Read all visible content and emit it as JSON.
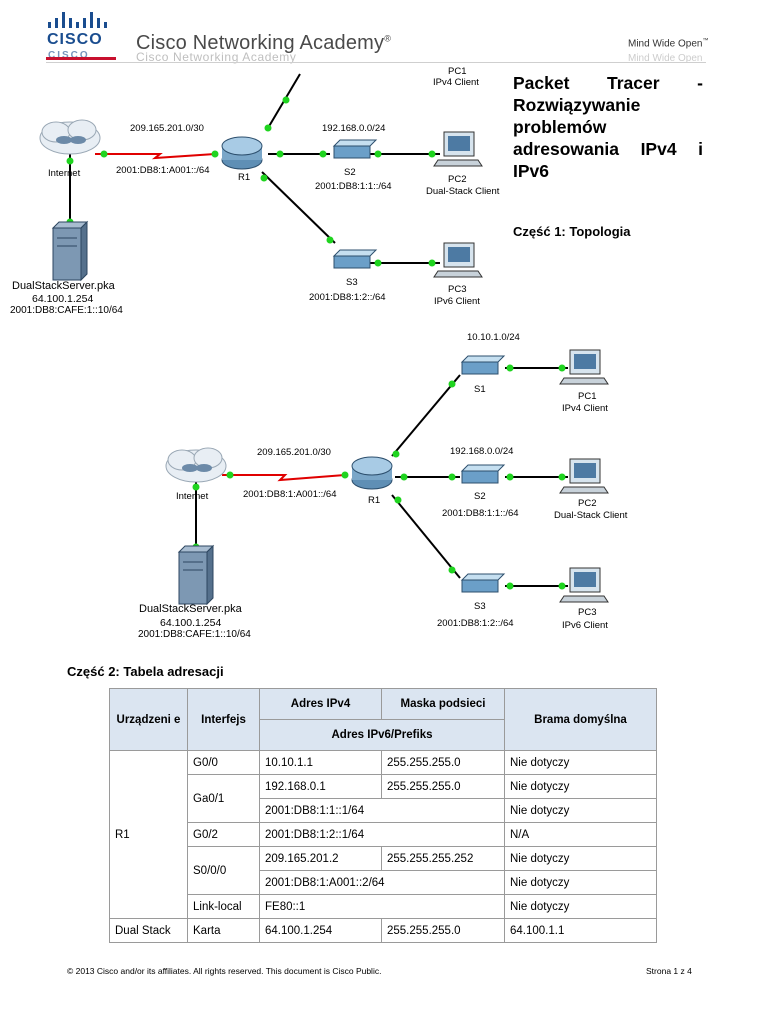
{
  "header": {
    "logo_text": "CISCO",
    "academy": "Cisco Networking Academy",
    "academy_mark": "®",
    "tagline": "Mind Wide Open",
    "tagline_mark": "™"
  },
  "title": {
    "line1": "Packet Tracer -",
    "line2": "Rozwiązywanie problemów adresowania IPv4 i IPv6"
  },
  "part1": "Część 1:  Topologia",
  "topology_top": {
    "pc1_name": "PC1",
    "pc1_role": "IPv4 Client",
    "r1_s1_net": "",
    "wan_v4": "209.165.201.0/30",
    "wan_v6": "2001:DB8:1:A001::/64",
    "internet": "Internet",
    "r1": "R1",
    "s2_v4": "192.168.0.0/24",
    "s2": "S2",
    "s2_v6": "2001:DB8:1:1::/64",
    "pc2_name": "PC2",
    "pc2_role": "Dual-Stack Client",
    "s3": "S3",
    "s3_v6": "2001:DB8:1:2::/64",
    "pc3_name": "PC3",
    "pc3_role": "IPv6 Client",
    "server_name": "DualStackServer.pka",
    "server_v4": "64.100.1.254",
    "server_v6": "2001:DB8:CAFE:1::10/64"
  },
  "topology_bottom": {
    "s1_net": "10.10.1.0/24",
    "s1": "S1",
    "pc1_name": "PC1",
    "pc1_role": "IPv4 Client",
    "wan_v4": "209.165.201.0/30",
    "wan_v6": "2001:DB8:1:A001::/64",
    "internet": "Internet",
    "r1": "R1",
    "s2_v4": "192.168.0.0/24",
    "s2": "S2",
    "s2_v6": "2001:DB8:1:1::/64",
    "pc2_name": "PC2",
    "pc2_role": "Dual-Stack Client",
    "s3": "S3",
    "s3_v6": "2001:DB8:1:2::/64",
    "pc3_name": "PC3",
    "pc3_role": "IPv6 Client",
    "server_name": "DualStackServer.pka",
    "server_v4": "64.100.1.254",
    "server_v6": "2001:DB8:CAFE:1::10/64"
  },
  "part2": "Część 2:  Tabela adresacji",
  "table": {
    "h_device": "Urządzeni e",
    "h_interface": "Interfejs",
    "h_ipv4": "Adres IPv4",
    "h_mask": "Maska podsieci",
    "h_ipv6": "Adres IPv6/Prefiks",
    "h_gateway": "Brama domyślna",
    "r1": "R1",
    "dual": "Dual  Stack",
    "g00": "G0/0",
    "ga01": "Ga0/1",
    "g02": "G0/2",
    "s000": "S0/0/0",
    "linklocal": "Link-local",
    "karta": "Karta",
    "r1_g00_ip": "10.10.1.1",
    "r1_g00_mask": "255.255.255.0",
    "r1_g00_gw": "Nie dotyczy",
    "r1_ga01_ip": "192.168.0.1",
    "r1_ga01_mask": "255.255.255.0",
    "r1_ga01_gw": "Nie dotyczy",
    "r1_ga01_v6": "2001:DB8:1:1::1/64",
    "r1_ga01_v6_gw": "Nie dotyczy",
    "r1_g02_v6": "2001:DB8:1:2::1/64",
    "r1_g02_gw": "N/A",
    "r1_s000_ip": "209.165.201.2",
    "r1_s000_mask": "255.255.255.252",
    "r1_s000_gw": "Nie dotyczy",
    "r1_s000_v6": "2001:DB8:1:A001::2/64",
    "r1_s000_v6_gw": "Nie dotyczy",
    "r1_ll": "FE80::1",
    "r1_ll_gw": "Nie dotyczy",
    "ds_ip": "64.100.1.254",
    "ds_mask": "255.255.255.0",
    "ds_gw": "64.100.1.1"
  },
  "footer": {
    "left": "© 2013 Cisco and/or its affiliates. All rights reserved. This document is Cisco Public.",
    "right": "Strona 1 z 4"
  },
  "colors": {
    "cisco_blue": "#1a4d8f",
    "header_red": "#c8102e",
    "link_green": "#1fd41f",
    "serial_red": "#ff0000",
    "table_header": "#dbe5f1"
  },
  "icons": [
    "cisco-bridge-logo",
    "cloud-icon",
    "router-icon",
    "switch-icon",
    "pc-icon",
    "server-icon"
  ]
}
